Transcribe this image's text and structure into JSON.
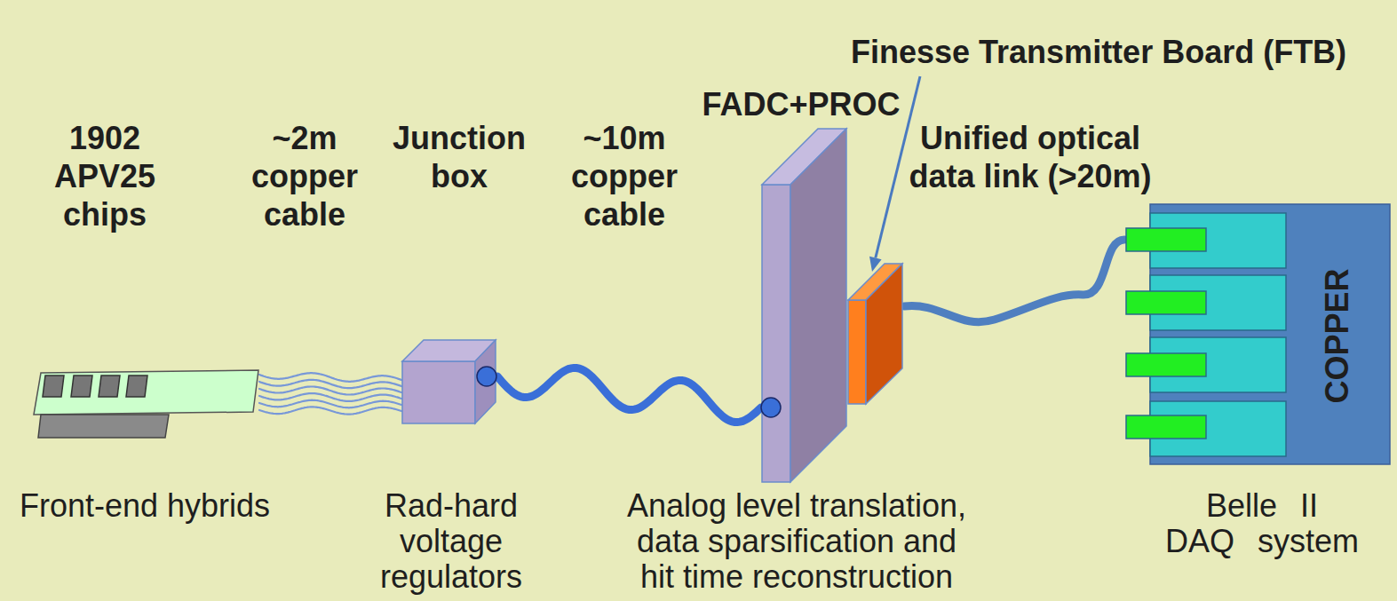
{
  "diagram": {
    "nodes": [
      {
        "text": [
          "1902 APV25 chips",
          "Front-end hybrids"
        ]
      },
      {
        "text": [
          "Junction box",
          "Rad-hard voltage regulators"
        ]
      },
      {
        "text": [
          "FADC+PROC",
          "Analog level translation, data sparsification and hit time reconstruction"
        ]
      },
      {
        "text": [
          "Finesse Transmitter Board (FTB)"
        ]
      },
      {
        "text": [
          "COPPER",
          "Belle II DAQ system"
        ]
      }
    ],
    "edges": [
      {
        "from": 0,
        "to": 1,
        "arrow": "none",
        "label": "~2m copper cable"
      },
      {
        "from": 1,
        "to": 2,
        "arrow": "none",
        "label": "~10m copper cable"
      },
      {
        "from": 3,
        "to": 4,
        "arrow": "none",
        "label": "Unified optical data link (>20m)"
      }
    ]
  }
}
